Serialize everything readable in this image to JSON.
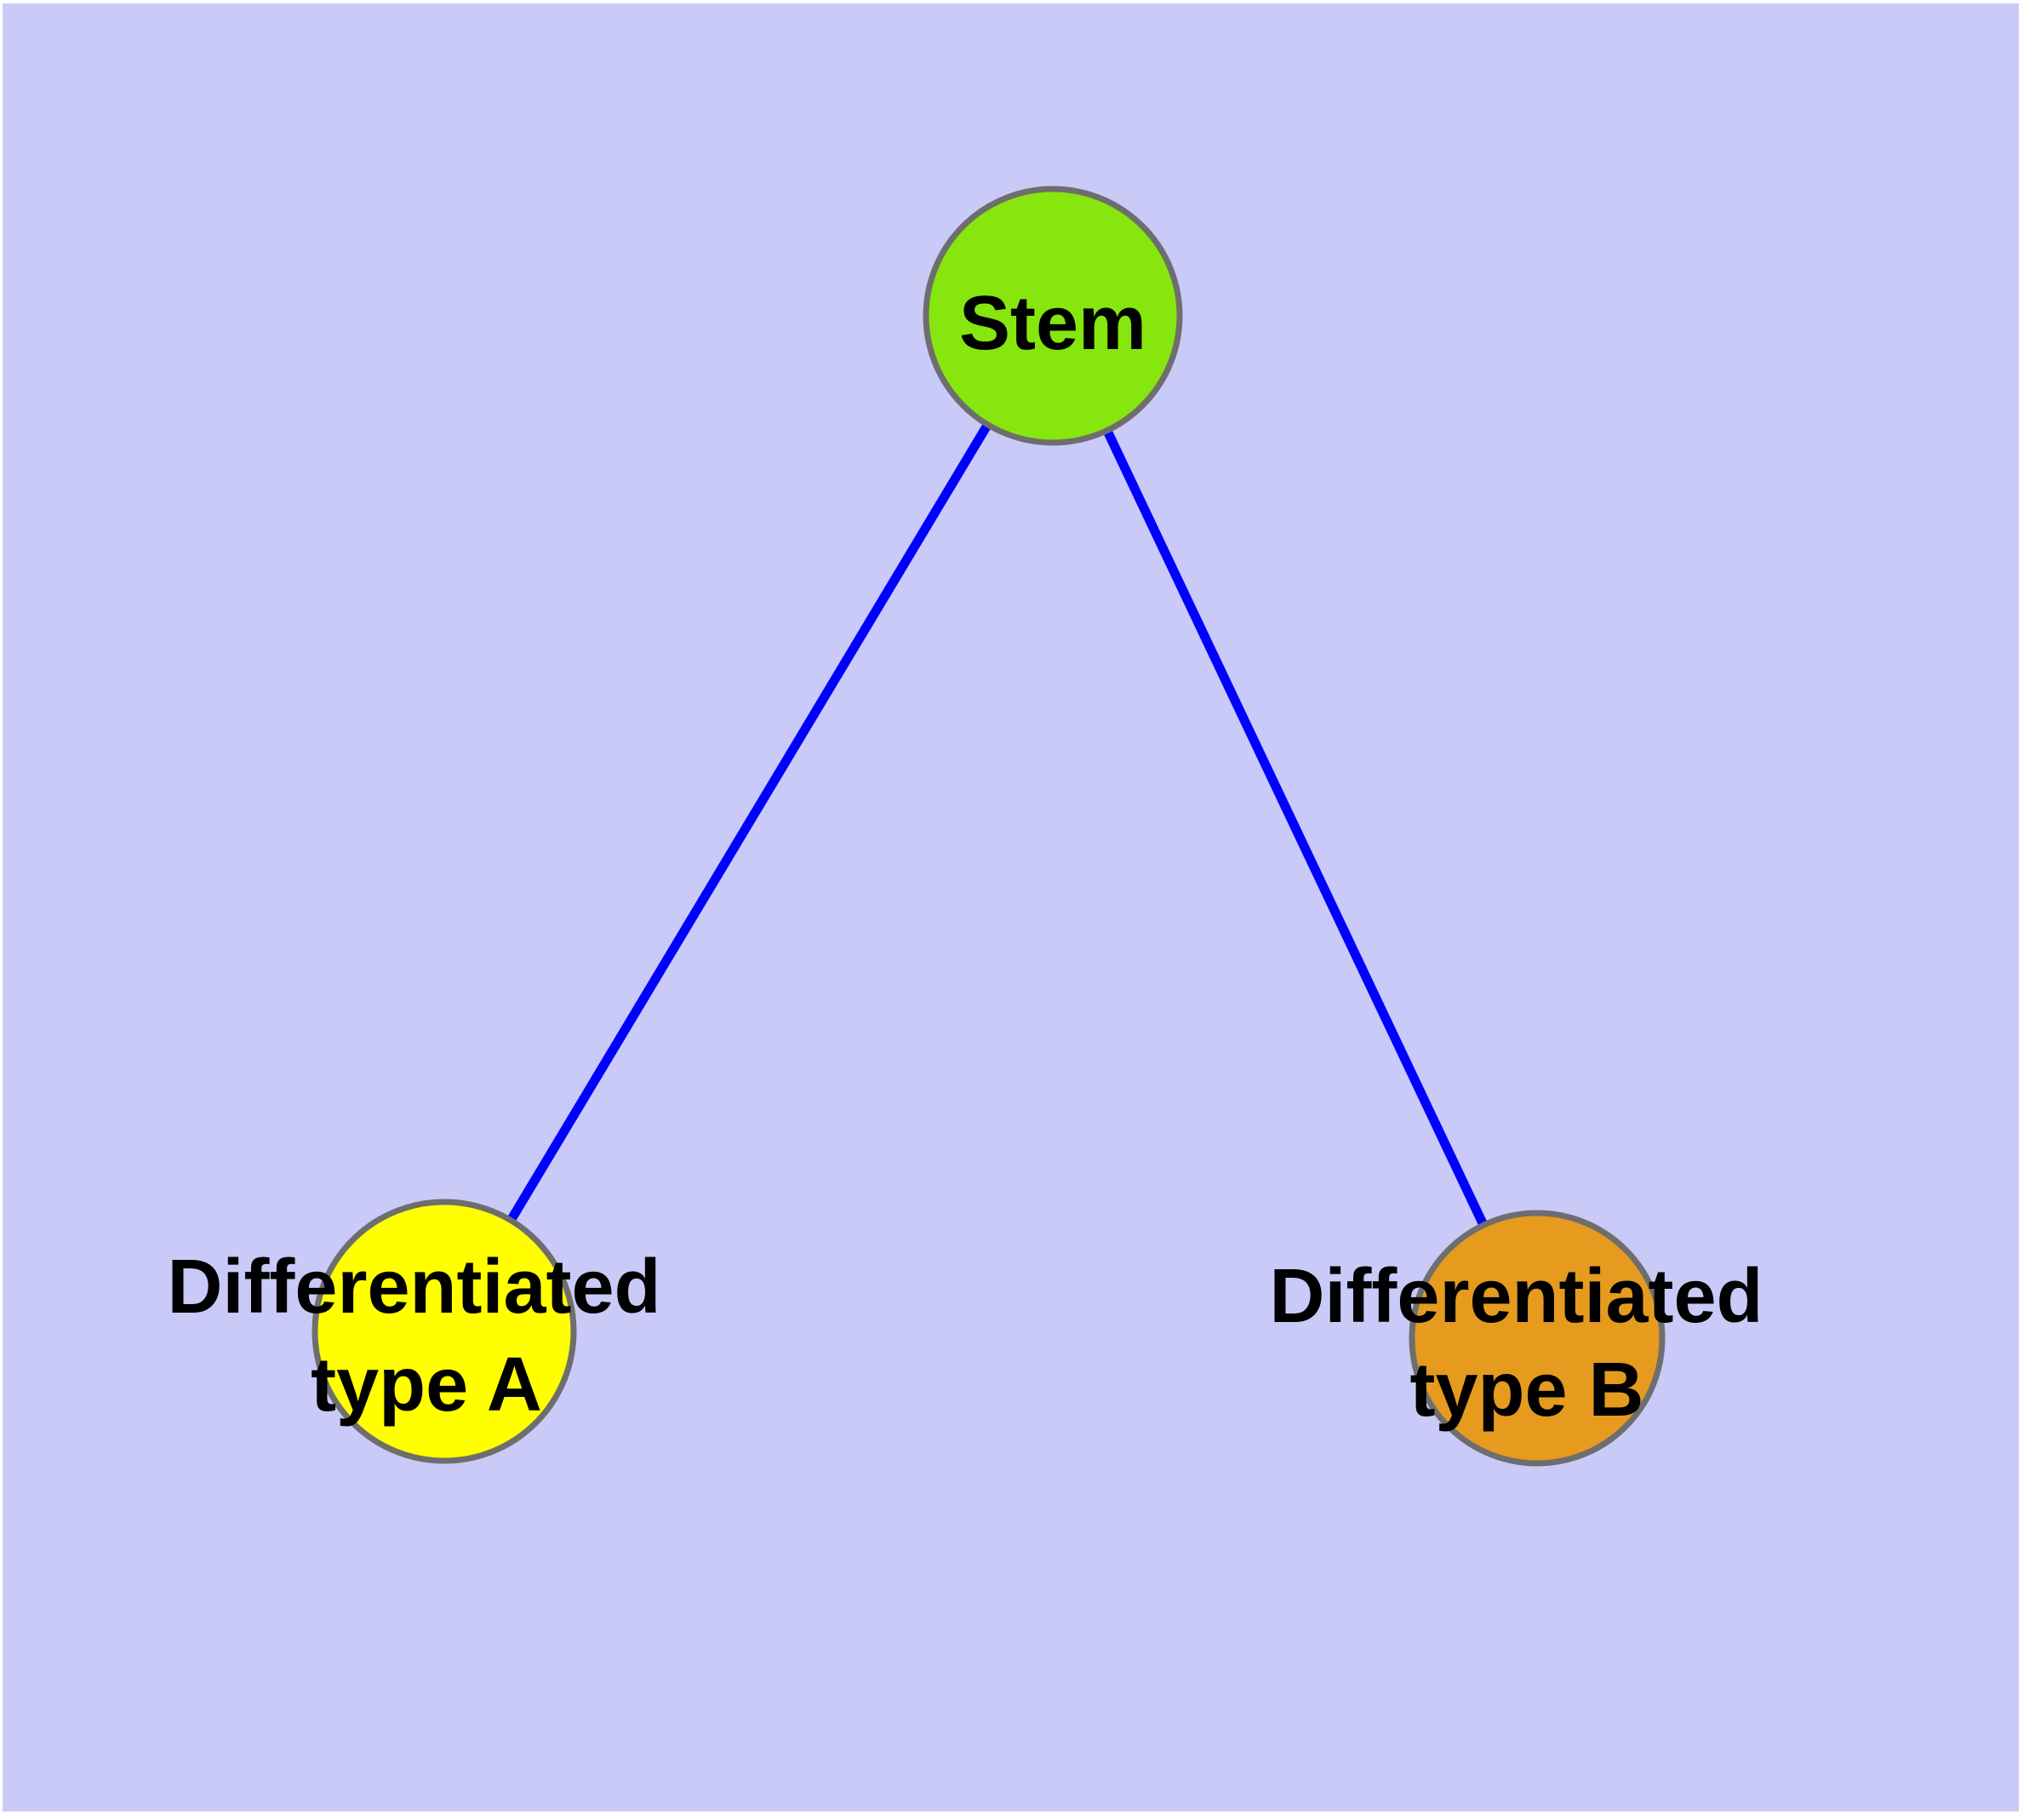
{
  "diagram": {
    "type": "node-link-graph",
    "background_color": "#CACAF8",
    "page_margin_color": "#FFFFFF",
    "edge_color": "#0000FF",
    "node_border_color": "#6E6E6E",
    "label_color": "#000000",
    "nodes": [
      {
        "id": "stem",
        "label": "Stem",
        "label_line1": "Stem",
        "label_line2": "",
        "fill_color": "#86E60D"
      },
      {
        "id": "differentiated-type-a",
        "label": "Differentiated type A",
        "label_line1": "Differentiated",
        "label_line2": "type A",
        "fill_color": "#FFFF00"
      },
      {
        "id": "differentiated-type-b",
        "label": "Differentiated type B",
        "label_line1": "Differentiated",
        "label_line2": "type B",
        "fill_color": "#E69B1E"
      }
    ],
    "edges": [
      {
        "from": "stem",
        "to": "differentiated-type-a"
      },
      {
        "from": "stem",
        "to": "differentiated-type-b"
      }
    ]
  }
}
